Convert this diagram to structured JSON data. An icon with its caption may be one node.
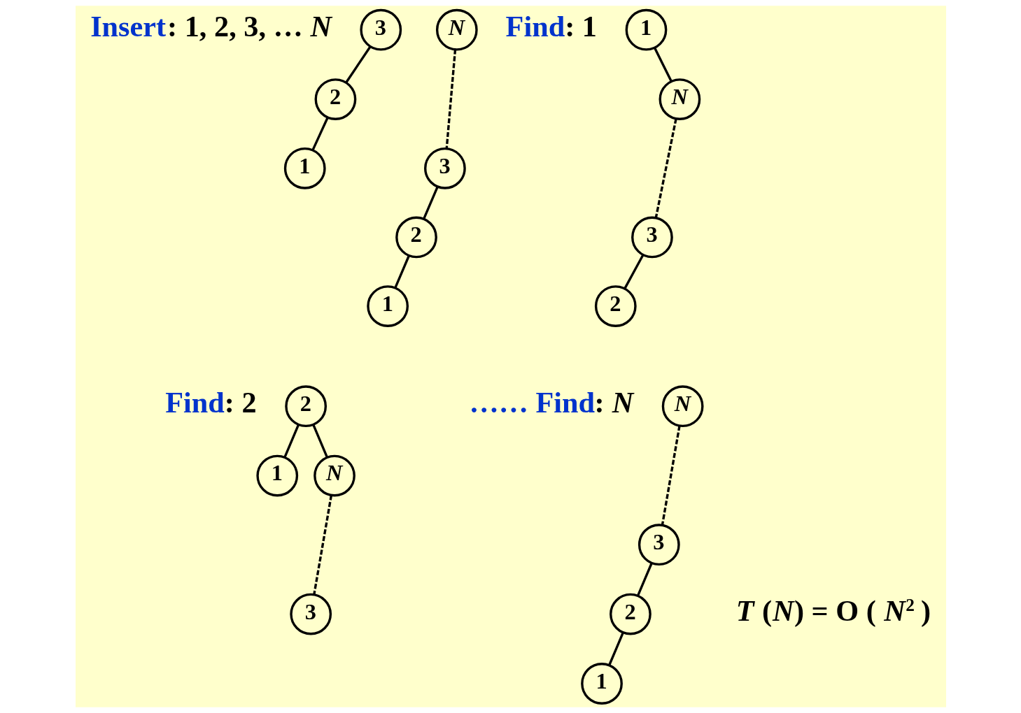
{
  "diagram": {
    "nodes": [
      {
        "text": [
          "3"
        ]
      },
      {
        "text": [
          "2"
        ]
      },
      {
        "text": [
          "1"
        ]
      },
      {
        "text": [
          "N"
        ]
      },
      {
        "text": [
          "3"
        ]
      },
      {
        "text": [
          "2"
        ]
      },
      {
        "text": [
          "1"
        ]
      },
      {
        "text": [
          "1"
        ]
      },
      {
        "text": [
          "N"
        ]
      },
      {
        "text": [
          "3"
        ]
      },
      {
        "text": [
          "2"
        ]
      },
      {
        "text": [
          "2"
        ]
      },
      {
        "text": [
          "1"
        ]
      },
      {
        "text": [
          "N"
        ]
      },
      {
        "text": [
          "3"
        ]
      },
      {
        "text": [
          "N"
        ]
      },
      {
        "text": [
          "3"
        ]
      },
      {
        "text": [
          "2"
        ]
      },
      {
        "text": [
          "1"
        ]
      }
    ],
    "edges": [
      {
        "from": 0,
        "to": 1,
        "arrow": "none"
      },
      {
        "from": 1,
        "to": 2,
        "arrow": "none"
      },
      {
        "from": 3,
        "to": 4,
        "arrow": "none",
        "style": "dashed"
      },
      {
        "from": 4,
        "to": 5,
        "arrow": "none"
      },
      {
        "from": 5,
        "to": 6,
        "arrow": "none"
      },
      {
        "from": 7,
        "to": 8,
        "arrow": "none"
      },
      {
        "from": 8,
        "to": 9,
        "arrow": "none",
        "style": "dashed"
      },
      {
        "from": 9,
        "to": 10,
        "arrow": "none"
      },
      {
        "from": 11,
        "to": 12,
        "arrow": "none"
      },
      {
        "from": 11,
        "to": 13,
        "arrow": "none"
      },
      {
        "from": 13,
        "to": 14,
        "arrow": "none",
        "style": "dashed"
      },
      {
        "from": 15,
        "to": 16,
        "arrow": "none",
        "style": "dashed"
      },
      {
        "from": 16,
        "to": 17,
        "arrow": "none"
      },
      {
        "from": 17,
        "to": 18,
        "arrow": "none"
      }
    ],
    "labels": [
      "Insert: 1, 2, 3, … *N*",
      "Find: 1",
      "Find: 2",
      "…… Find: *N*",
      "*T* (*N*) = O ( *N*$^{2}$ )"
    ]
  }
}
